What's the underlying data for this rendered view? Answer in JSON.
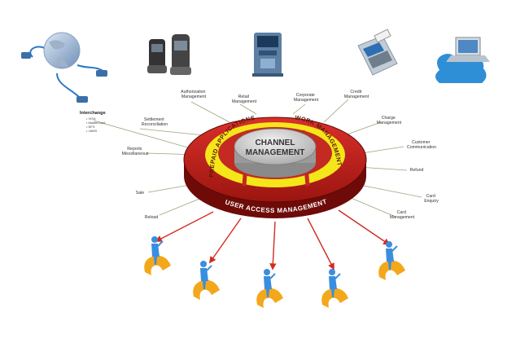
{
  "diagram": {
    "core": {
      "line1": "CHANNEL",
      "line2": "MANAGEMENT"
    },
    "rings": {
      "prepaid": "PREPAID APPLICATIONS",
      "work": "WORK MANAGEMENT",
      "user_access": "USER ACCESS MANAGEMENT"
    },
    "channels": [
      {
        "icon": "globe-network-icon"
      },
      {
        "icon": "phones-icon"
      },
      {
        "icon": "atm-icon"
      },
      {
        "icon": "pos-terminal-icon"
      },
      {
        "icon": "laptop-puzzle-icon"
      }
    ],
    "interchange": {
      "title": "Interchange",
      "items": [
        "• VISA",
        "• MasterCard",
        "• NFS",
        "• JAMS"
      ]
    },
    "left_labels": [
      {
        "l1": "Authorization",
        "l2": "Management"
      },
      {
        "l1": "Retail",
        "l2": "Management"
      },
      {
        "l1": "Settlement",
        "l2": "Reconciliation"
      },
      {
        "l1": "Reports",
        "l2": "Miscellaneous"
      },
      {
        "l1": "Sale",
        "l2": ""
      },
      {
        "l1": "Reload",
        "l2": ""
      }
    ],
    "right_labels": [
      {
        "l1": "Corporate",
        "l2": "Management"
      },
      {
        "l1": "Credit",
        "l2": "Management"
      },
      {
        "l1": "Charge",
        "l2": "Management"
      },
      {
        "l1": "Customer",
        "l2": "Communication"
      },
      {
        "l1": "Refund",
        "l2": ""
      },
      {
        "l1": "Card",
        "l2": "Enquiry"
      },
      {
        "l1": "Card",
        "l2": "Management"
      }
    ],
    "users": [
      {
        "icon": "user-figure-icon"
      },
      {
        "icon": "user-figure-icon"
      },
      {
        "icon": "user-figure-icon"
      },
      {
        "icon": "user-figure-icon"
      },
      {
        "icon": "user-figure-icon"
      }
    ],
    "colors": {
      "ring_red": "#b8201a",
      "ring_dark": "#7a0f0c",
      "ring_yellow": "#f5e61a",
      "core_gray": "#c8c8c8",
      "arrow_red": "#d42a1e",
      "user_blue": "#3a8ee0",
      "user_gold": "#f3a81b"
    }
  }
}
